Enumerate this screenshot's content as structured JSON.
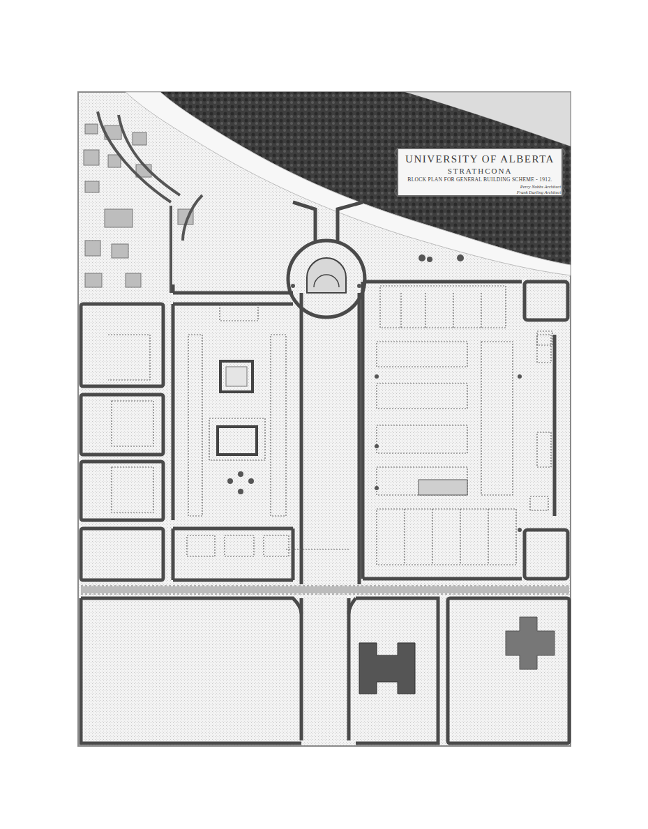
{
  "diagram": {
    "title": "UNIVERSITY OF ALBERTA",
    "labels": [
      "STRATHCONA",
      "BLOCK PLAN FOR GENERAL BUILDING SCHEME - 1912.",
      "Percy Nobbs Architect",
      "Frank Darling Architect"
    ]
  }
}
